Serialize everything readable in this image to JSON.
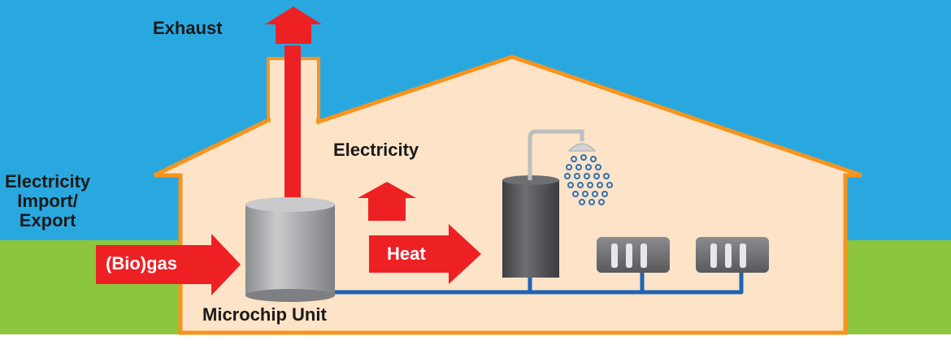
{
  "labels": {
    "exhaust": "Exhaust",
    "electricity": "Electricity",
    "import_line1": "Electricity",
    "import_line2": "Import/",
    "import_line3": "Export",
    "biogas": "(Bio)gas",
    "heat": "Heat",
    "unit": "Microchip Unit"
  },
  "colors": {
    "sky": "#29a8e0",
    "grass": "#8cc63f",
    "house_fill": "#fde3c7",
    "house_outline": "#f7941d",
    "arrow_red": "#ed2024",
    "pipe_blue": "#1f64b4",
    "cylinder_gray": "#a7a9ac",
    "tank_dark": "#58595b"
  }
}
